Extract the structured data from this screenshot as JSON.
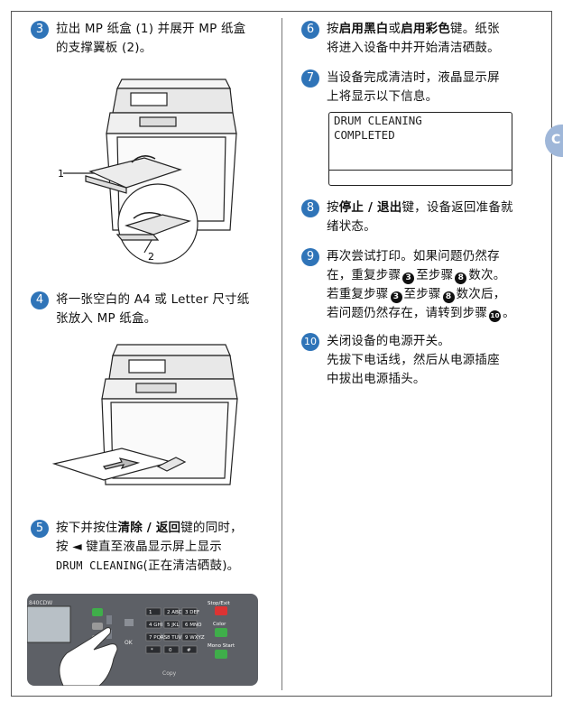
{
  "steps": {
    "s3": {
      "num": "3",
      "line1": "拉出 MP 纸盒 (1) 并展开 MP 纸盒",
      "line2": "的支撑翼板 (2)。"
    },
    "s4": {
      "num": "4",
      "line1": "将一张空白的 A4 或 Letter 尺寸纸",
      "line2": "张放入 MP 纸盒。"
    },
    "s5": {
      "num": "5",
      "pre": "按下并按住",
      "key1": "清除 / 返回",
      "post1": "键的同时，",
      "line2a": "按 ◄ 键直至液晶显示屏上显示",
      "line3_mono": "DRUM CLEANING",
      "line3_tail": "(正在清洁硒鼓)。"
    },
    "s6": {
      "num": "6",
      "pre": "按",
      "key1": "启用黑白",
      "mid": "或",
      "key2": "启用彩色",
      "post": "键。纸张",
      "line2": "将进入设备中并开始清洁硒鼓。"
    },
    "s7": {
      "num": "7",
      "line1": "当设备完成清洁时，液晶显示屏",
      "line2": "上将显示以下信息。"
    },
    "s8": {
      "num": "8",
      "pre": "按",
      "key1": "停止 / 退出",
      "post": "键，设备返回准备就",
      "line2": "绪状态。"
    },
    "s9": {
      "num": "9",
      "line1": "再次尝试打印。如果问题仍然存",
      "l2a": "在，重复步骤",
      "c1": "3",
      "l2b": "至步骤",
      "c2": "8",
      "l2c": "数次。",
      "l3a": "若重复步骤",
      "c3": "3",
      "l3b": "至步骤",
      "c4": "8",
      "l3c": "数次后，",
      "l4a": "若问题仍然存在，请转到步骤",
      "c5": "10",
      "l4b": "。"
    },
    "s10": {
      "num": "10",
      "line1": "关闭设备的电源开关。",
      "line2": "先拔下电话线，然后从电源插座",
      "line3": "中拔出电源插头。"
    }
  },
  "lcd": {
    "line1": "DRUM CLEANING",
    "line2": "COMPLETED"
  },
  "figure1": {
    "label1": "1",
    "label2": "2"
  },
  "panel": {
    "model": "840CDW",
    "keys": [
      "1",
      "2 ABC",
      "3 DEF",
      "4 GHI",
      "5 JKL",
      "6 MNO",
      "7 PQRS",
      "8 TUV",
      "9 WXYZ",
      "*",
      "0",
      "#"
    ],
    "ok": "OK",
    "stop": "Stop/Exit",
    "color": "Color",
    "mono": "Mono Start",
    "copy": "Copy"
  },
  "side_tab": "C",
  "colors": {
    "step_circle": "#2f74b8",
    "tab": "#9fb7d9"
  }
}
